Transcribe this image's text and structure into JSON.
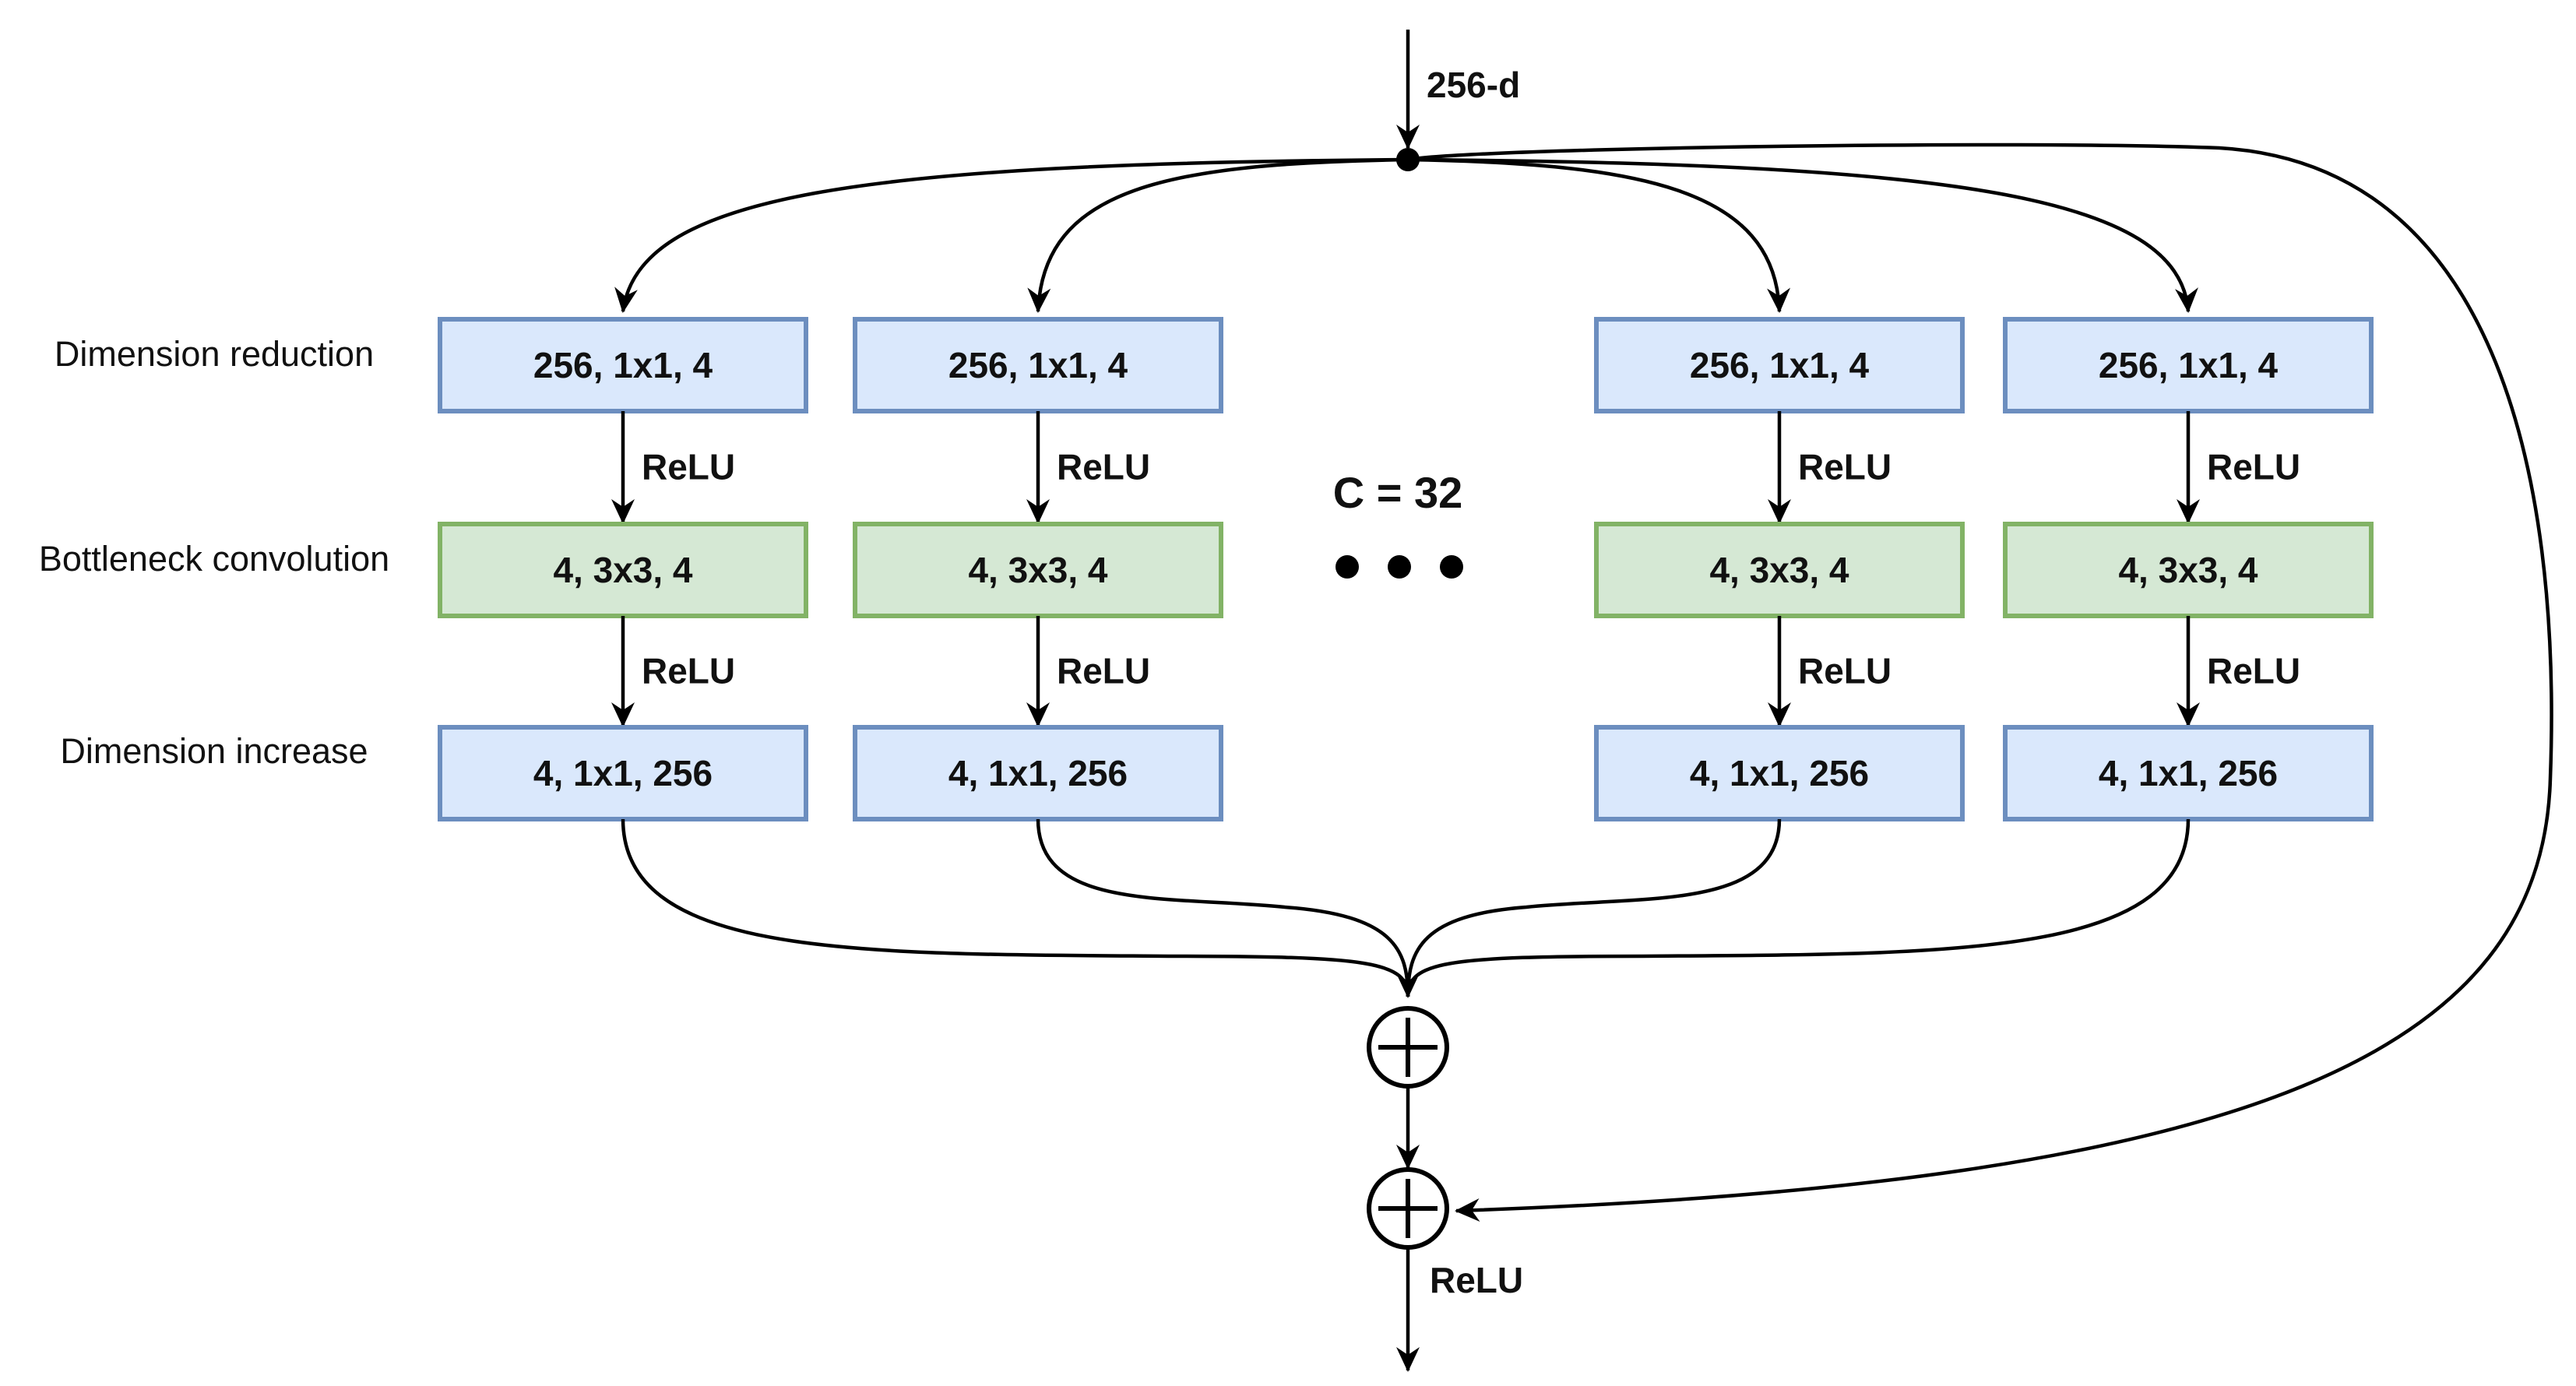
{
  "input": {
    "label": "256-d"
  },
  "row_labels": {
    "reduction": "Dimension reduction",
    "bottleneck": "Bottleneck convolution",
    "increase": "Dimension increase"
  },
  "branches": [
    {
      "reduce": "256, 1x1, 4",
      "relu1": "ReLU",
      "conv": "4, 3x3, 4",
      "relu2": "ReLU",
      "increase": "4, 1x1, 256"
    },
    {
      "reduce": "256, 1x1, 4",
      "relu1": "ReLU",
      "conv": "4, 3x3, 4",
      "relu2": "ReLU",
      "increase": "4, 1x1, 256"
    },
    {
      "reduce": "256, 1x1, 4",
      "relu1": "ReLU",
      "conv": "4, 3x3, 4",
      "relu2": "ReLU",
      "increase": "4, 1x1, 256"
    },
    {
      "reduce": "256, 1x1, 4",
      "relu1": "ReLU",
      "conv": "4, 3x3, 4",
      "relu2": "ReLU",
      "increase": "4, 1x1, 256"
    }
  ],
  "cardinality": {
    "label": "C = 32"
  },
  "output": {
    "relu": "ReLU"
  },
  "colors": {
    "reduce_fill": "#dae8fc",
    "reduce_stroke": "#6c8ebf",
    "conv_fill": "#d5e8d4",
    "conv_stroke": "#82b366",
    "line": "#000000"
  }
}
